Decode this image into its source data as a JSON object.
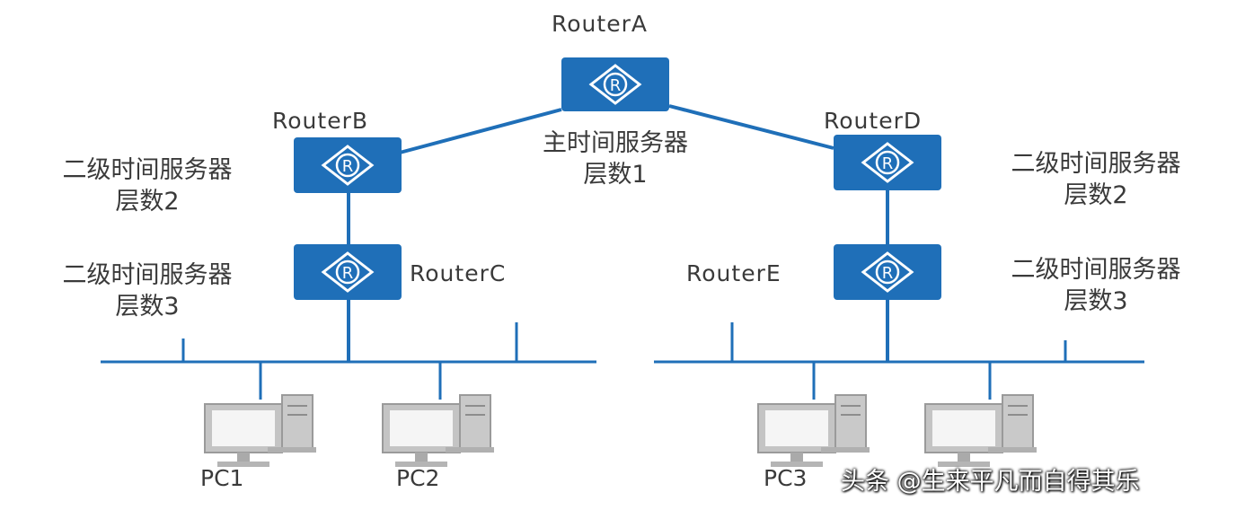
{
  "routers": {
    "a": {
      "name": "RouterA",
      "role": "主时间服务器",
      "stratum": "层数1"
    },
    "b": {
      "name": "RouterB",
      "role": "二级时间服务器",
      "stratum": "层数2"
    },
    "c": {
      "name": "RouterC",
      "role": "二级时间服务器",
      "stratum": "层数3"
    },
    "d": {
      "name": "RouterD",
      "role": "二级时间服务器",
      "stratum": "层数2"
    },
    "e": {
      "name": "RouterE",
      "role": "二级时间服务器",
      "stratum": "层数3"
    }
  },
  "router_glyph": "R",
  "pcs": {
    "pc1": "PC1",
    "pc2": "PC2",
    "pc3": "PC3"
  },
  "watermark": "头条 @生来平凡而自得其乐",
  "colors": {
    "router_fill": "#1f6fb8",
    "link": "#1f6fb8",
    "pc_gray": "#b9b9b9",
    "text": "#3a3a3a"
  },
  "icons": {
    "router": "router-icon",
    "pc": "pc-icon"
  }
}
